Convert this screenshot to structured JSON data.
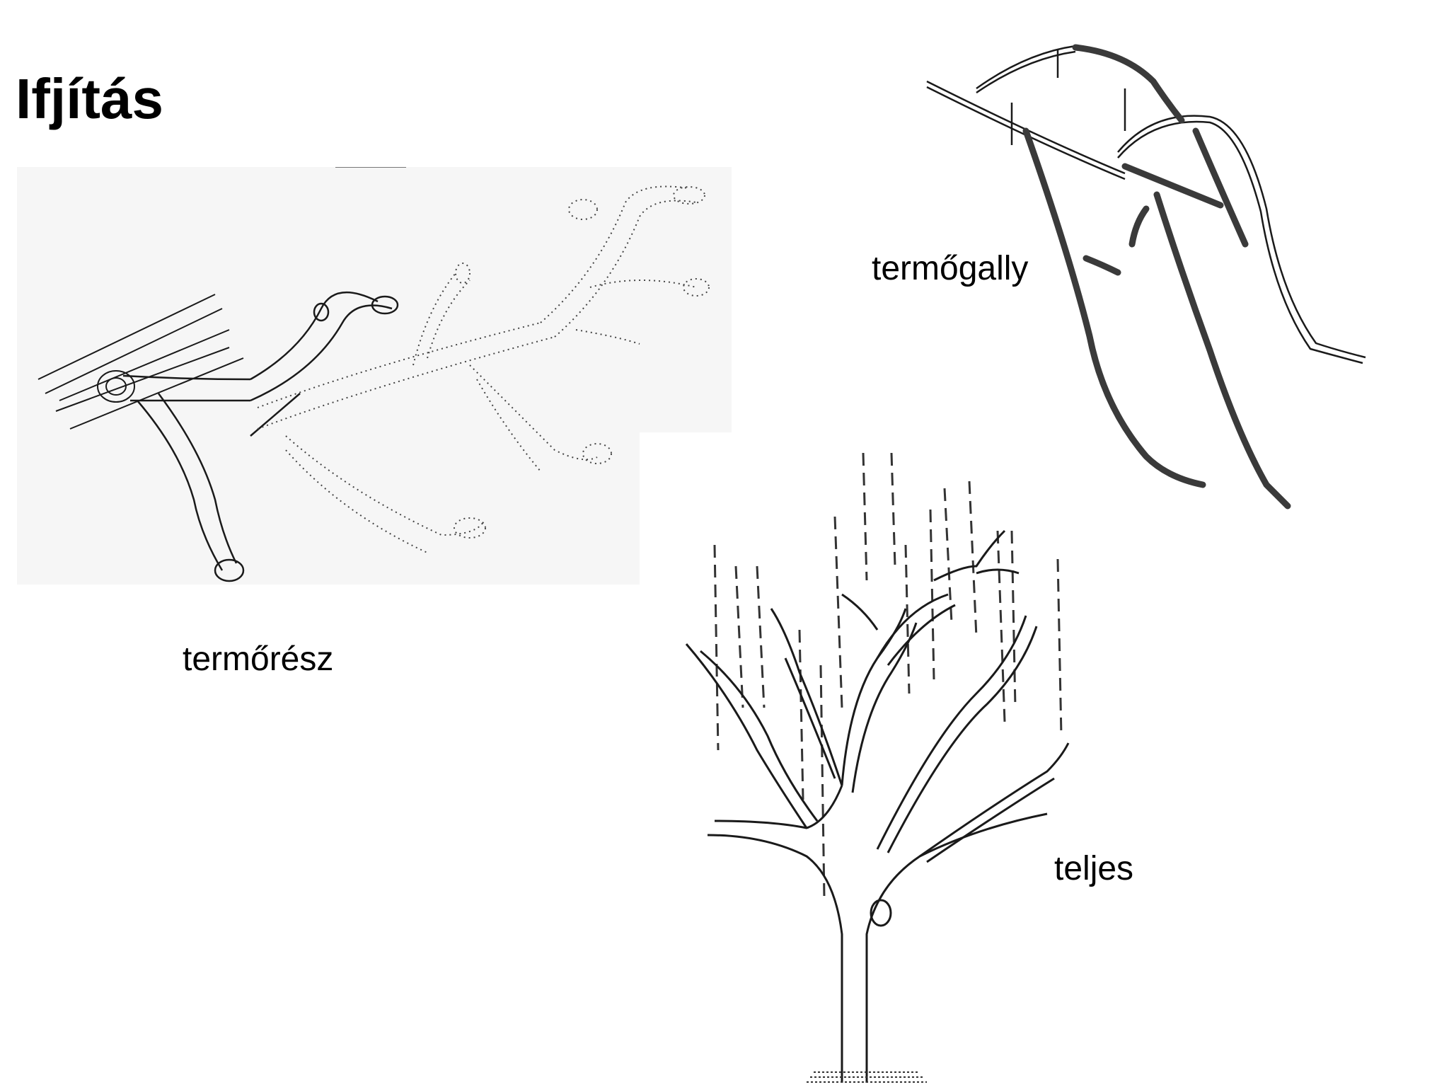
{
  "slide": {
    "title": "Ifjítás"
  },
  "labels": {
    "fruiting_part": "termőrész",
    "fruiting_branch": "termőgally",
    "full": "teljes"
  },
  "colors": {
    "background": "#ffffff",
    "ink": "#1a1a1a",
    "panel": "#f6f6f6",
    "pruned_branch": "#3a3a3a"
  }
}
